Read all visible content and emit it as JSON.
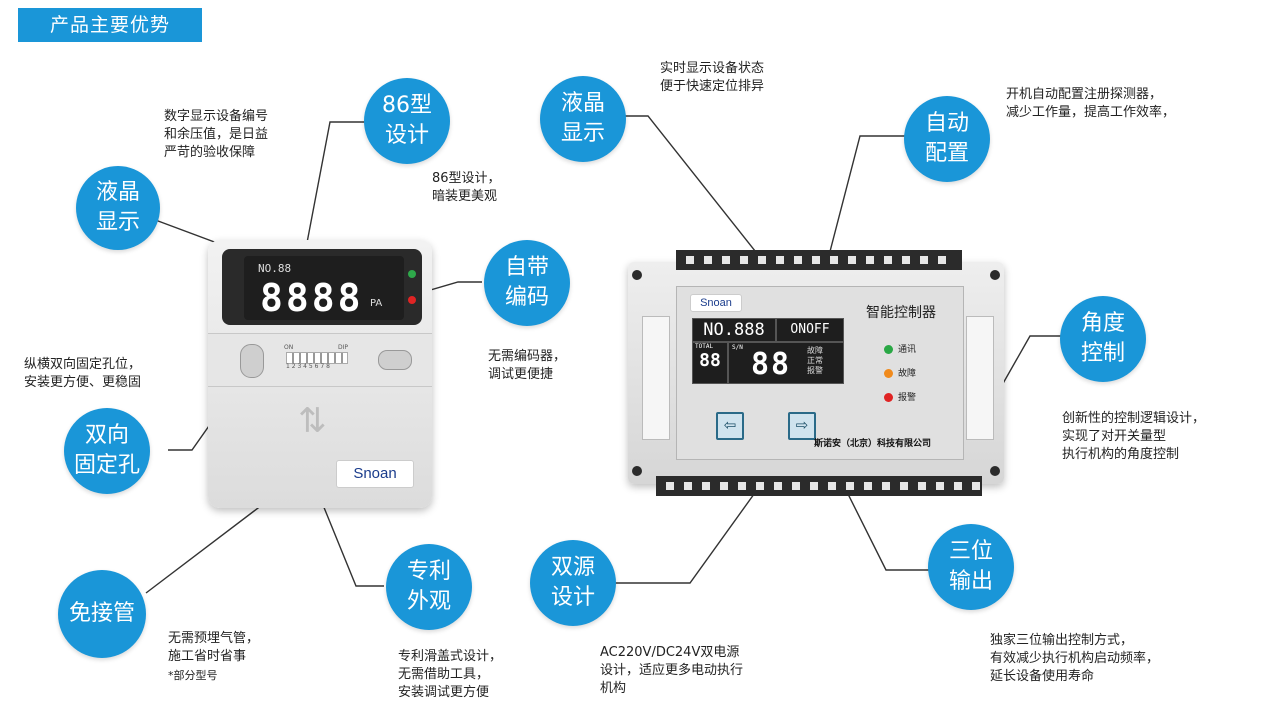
{
  "header": {
    "title": "产品主要优势"
  },
  "bubbles": {
    "lcd_left": {
      "line1": "液晶",
      "line2": "显示"
    },
    "design86": {
      "line1": "86型",
      "line2": "设计"
    },
    "encoder": {
      "line1": "自带",
      "line2": "编码"
    },
    "fixhole": {
      "line1": "双向",
      "line2": "固定孔"
    },
    "nopipe": {
      "line1": "免接管"
    },
    "patent": {
      "line1": "专利",
      "line2": "外观"
    },
    "lcd_right": {
      "line1": "液晶",
      "line2": "显示"
    },
    "autoconf": {
      "line1": "自动",
      "line2": "配置"
    },
    "angle": {
      "line1": "角度",
      "line2": "控制"
    },
    "dualpower": {
      "line1": "双源",
      "line2": "设计"
    },
    "threepos": {
      "line1": "三位",
      "line2": "输出"
    }
  },
  "notes": {
    "lcd_left": "数字显示设备编号\n和余压值，是日益\n严苛的验收保障",
    "design86": "86型设计，\n暗装更美观",
    "encoder": "无需编码器，\n调试更便捷",
    "fixhole": "纵横双向固定孔位，\n安装更方便、更稳固",
    "nopipe": "无需预埋气管，\n施工省时省事",
    "nopipe_footnote": "*部分型号",
    "patent": "专利滑盖式设计，\n无需借助工具，\n安装调试更方便",
    "lcd_right": "实时显示设备状态\n便于快速定位排异",
    "autoconf": "开机自动配置注册探测器，\n减少工作量，提高工作效率，",
    "angle": "创新性的控制逻辑设计，\n实现了对开关量型\n执行机构的角度控制",
    "dualpower": "AC220V/DC24V双电源\n设计，适应更多电动执行\n机构",
    "threepos": "独家三位输出控制方式，\n有效减少执行机构启动频率，\n延长设备使用寿命"
  },
  "device_left": {
    "no_label": "NO.88",
    "big_digits": "8888",
    "unit": "PA",
    "dip_on": "ON",
    "dip_label": "DIP",
    "dip_numbers": "1 2 3 4 5 6 7 8",
    "logo": "Snoan"
  },
  "device_right": {
    "logo": "Snoan",
    "title": "智能控制器",
    "no_display": "NO.888",
    "onoff": "ONOFF",
    "total_label": "TOTAL",
    "total_value": "88",
    "sn_label": "S/N",
    "sn_value": "88",
    "status_words": [
      "故障",
      "正常",
      "报警"
    ],
    "indicators": [
      {
        "label": "通讯",
        "color": "#2aa845"
      },
      {
        "label": "故障",
        "color": "#f08a1c"
      },
      {
        "label": "报警",
        "color": "#e02424"
      }
    ],
    "left_arrow": "⇦",
    "right_arrow": "⇨",
    "company": "斯诺安（北京）科技有限公司"
  },
  "colors": {
    "accent": "#1a96d8"
  }
}
